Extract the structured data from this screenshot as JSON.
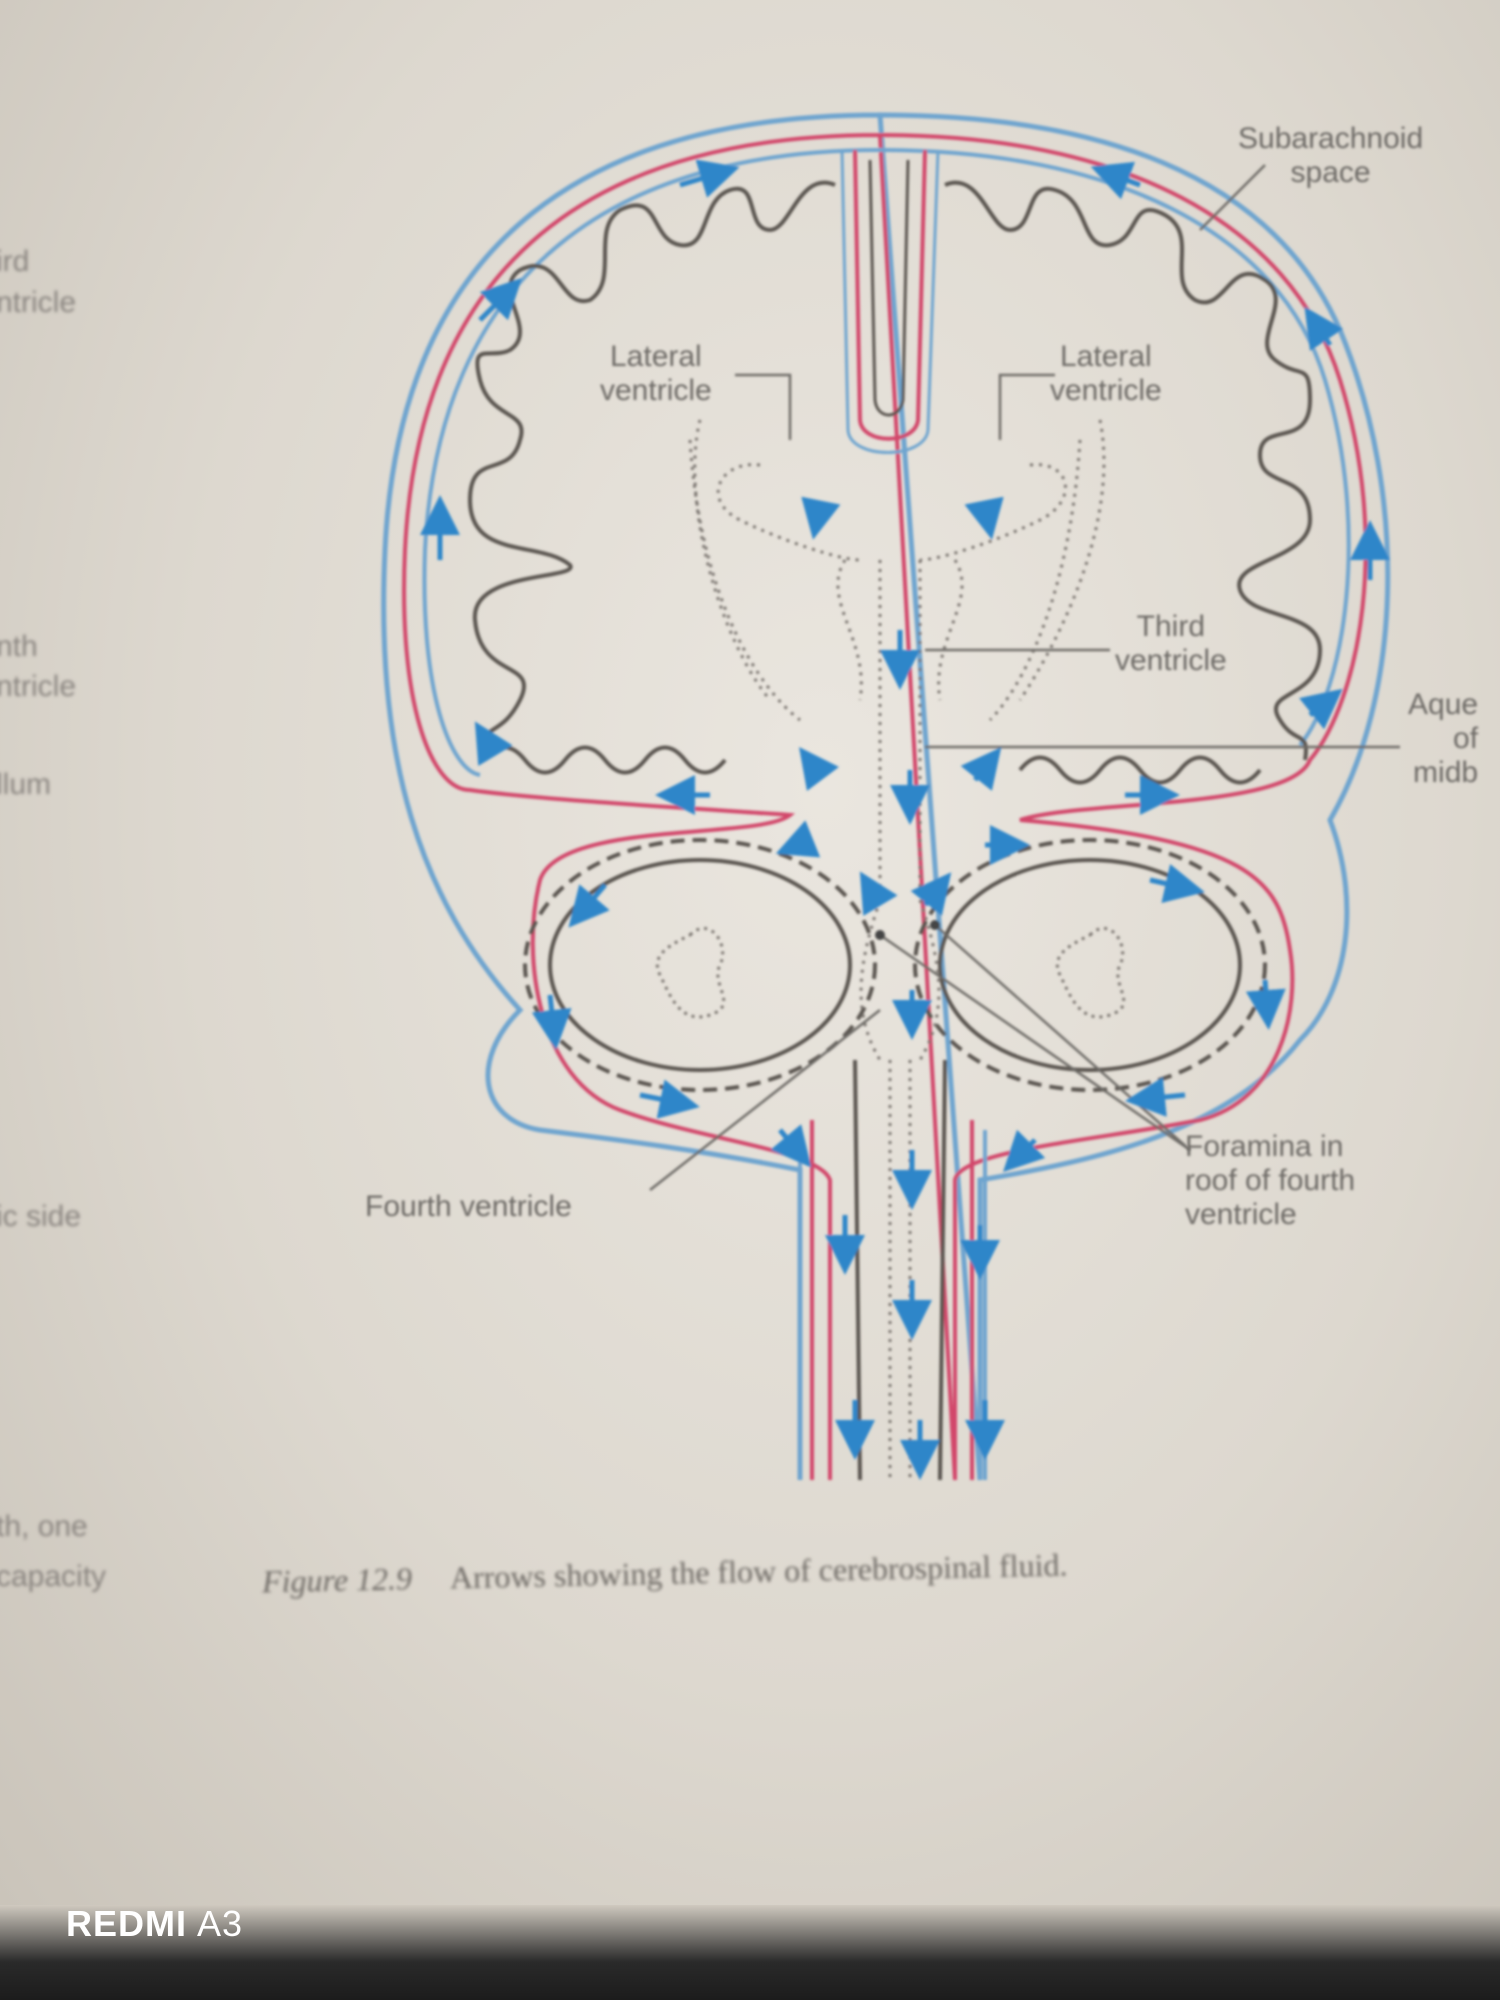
{
  "labels": {
    "subarachnoid_space": [
      "Subarachnoid",
      "space"
    ],
    "lateral_ventricle_left": [
      "Lateral",
      "ventricle"
    ],
    "lateral_ventricle_right": [
      "Lateral",
      "ventricle"
    ],
    "third_ventricle": [
      "Third",
      "ventricle"
    ],
    "aqueduct": [
      "Aque",
      "of",
      "midb"
    ],
    "fourth_ventricle": "Fourth ventricle",
    "foramina": [
      "Foramina in",
      "roof of fourth",
      "ventricle"
    ]
  },
  "margin_text": [
    "ird",
    "ntricle",
    "nth",
    "ntricle",
    "llum",
    "ic side",
    "th, one",
    "capacity"
  ],
  "caption": {
    "figure": "Figure 12.9",
    "text": "Arrows showing the flow of cerebrospinal fluid."
  },
  "watermark": {
    "brand": "REDMI",
    "model": "A3"
  },
  "colors": {
    "csf_arrow": "#2f86c9",
    "pia_line": "#d2476a",
    "outline": "#5a5550"
  }
}
